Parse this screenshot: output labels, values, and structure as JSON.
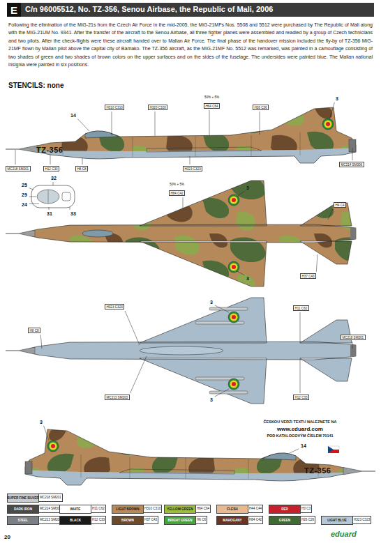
{
  "diagram": {
    "title": "C/n 96005512, No. TZ-356, Senou Airbase, the Republic of Mali, 2006",
    "nodes": [
      {
        "text": [
          "E"
        ]
      }
    ],
    "labels": [
      "Following the elimination of the MiG-21s from the Czech Air Force in the mid-2005, the MiG-21MFs Nos. 5508 and 5512 were purchased by The Republic of Mali along with the MiG-21UM No. 9341. After the transfer of the aircraft to the Senou Airbase, all three fighter planes were assembled and readied by a group of Czech technicians and two pilots. After the check-flights were these aircraft handed over to Malian Air Force. The final phase of the handover mission included the fly-by of TZ-356 MiG-21MF flown by Malian pilot above the capital city of Bamako. The TZ-356 aircraft, as the MiG-21MF No. 5512 was remarked, was painted in a camouflage consisting of two shades of green and two shades of brown colors on the upper surfaces and on the sides of the fuselage. The undersides were painted blue. The Malian national insignia were painted in six positions.",
      "STENCILS: none",
      "MC218 SM201",
      "H12 C33",
      "H8 C8",
      "MC214 SM306",
      "H310 C310",
      "H320 C320",
      "50% + 5%",
      "H64 C64",
      "H323 C323",
      "3",
      "14",
      "TZ-356",
      "H26 C26",
      "25",
      "32",
      "29",
      "24",
      "31",
      "33",
      "3",
      "50% + 5%",
      "H84 C42",
      "3",
      "H37 C43",
      "H4 C4",
      "3",
      "H323 C323",
      "MC213 SM203",
      "H11 C62",
      "H12 C33",
      "3",
      "H8 C8",
      "MC218 SM201",
      "3",
      "14",
      "TZ-356",
      "ČESKOU VERZI TEXTU NALEZNETE NA",
      "www.eduard.com",
      "POD KATALOGOVÝM ČÍSLEM 70141",
      "MC218 SM201",
      "MC214 SM306",
      "H11 C62",
      "H310 C310",
      "H64 C64",
      "H44 C44",
      "H3 C3",
      "MC213 SM203",
      "H12 C33",
      "H37 C43",
      "H6 C6",
      "H84 C42",
      "H26 C26",
      "H323 C323",
      "20",
      "eduard"
    ],
    "legend": [
      {
        "text": "SUPER FINE SILVER",
        "color": "#c9ccce"
      },
      {
        "text": "DARK IRON",
        "color": "#4a4a48"
      },
      {
        "text": "WHITE",
        "color": "#ffffff"
      },
      {
        "text": "LIGHT BROWN",
        "color": "#b88a5a"
      },
      {
        "text": "YELLOW GREEN",
        "color": "#9cbc3c"
      },
      {
        "text": "FLESH",
        "color": "#e8b98f"
      },
      {
        "text": "RED",
        "color": "#c8202a"
      },
      {
        "text": "STEEL",
        "color": "#7b8086"
      },
      {
        "text": "BLACK",
        "color": "#1a1a1a"
      },
      {
        "text": "BROWN",
        "color": "#6e4a2c"
      },
      {
        "text": "BRIGHT GREEN",
        "color": "#4aa23c"
      },
      {
        "text": "MAHOGANY",
        "color": "#6a3424"
      },
      {
        "text": "GREEN",
        "color": "#3f6a34"
      },
      {
        "text": "LIGHT BLUE",
        "color": "#b6c8d6"
      }
    ]
  }
}
